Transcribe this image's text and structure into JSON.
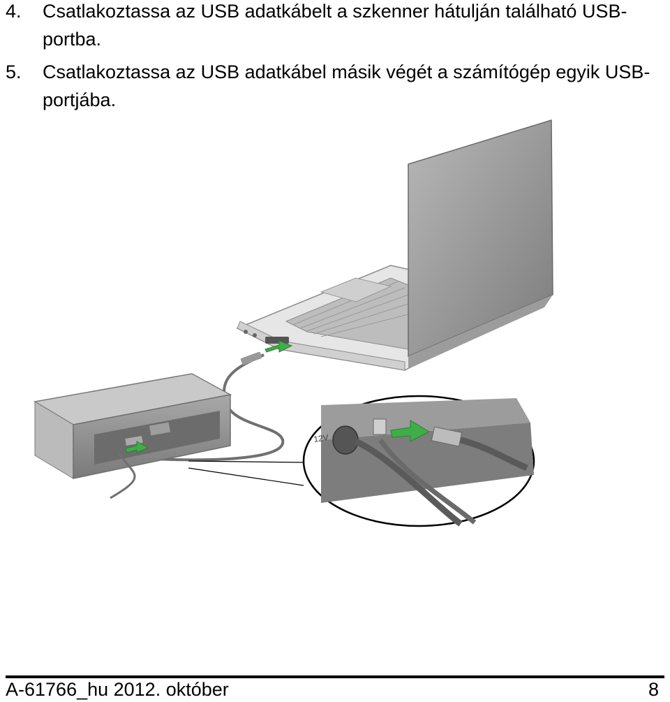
{
  "steps": [
    {
      "number": "4.",
      "text": "Csatlakoztassa az USB adatkábelt a szkenner hátulján található USB-portba."
    },
    {
      "number": "5.",
      "text": "Csatlakoztassa az USB adatkábel másik végét a számítógép egyik USB-portjába."
    }
  ],
  "illustration": {
    "port_label": "12V",
    "colors": {
      "arrow": "#3fae49",
      "device": "#8a8a8a",
      "laptop_lid": "#8e8e8e",
      "cable": "#707070"
    }
  },
  "footer": {
    "doc_id": "A-61766_hu  2012. október",
    "page": "8"
  }
}
